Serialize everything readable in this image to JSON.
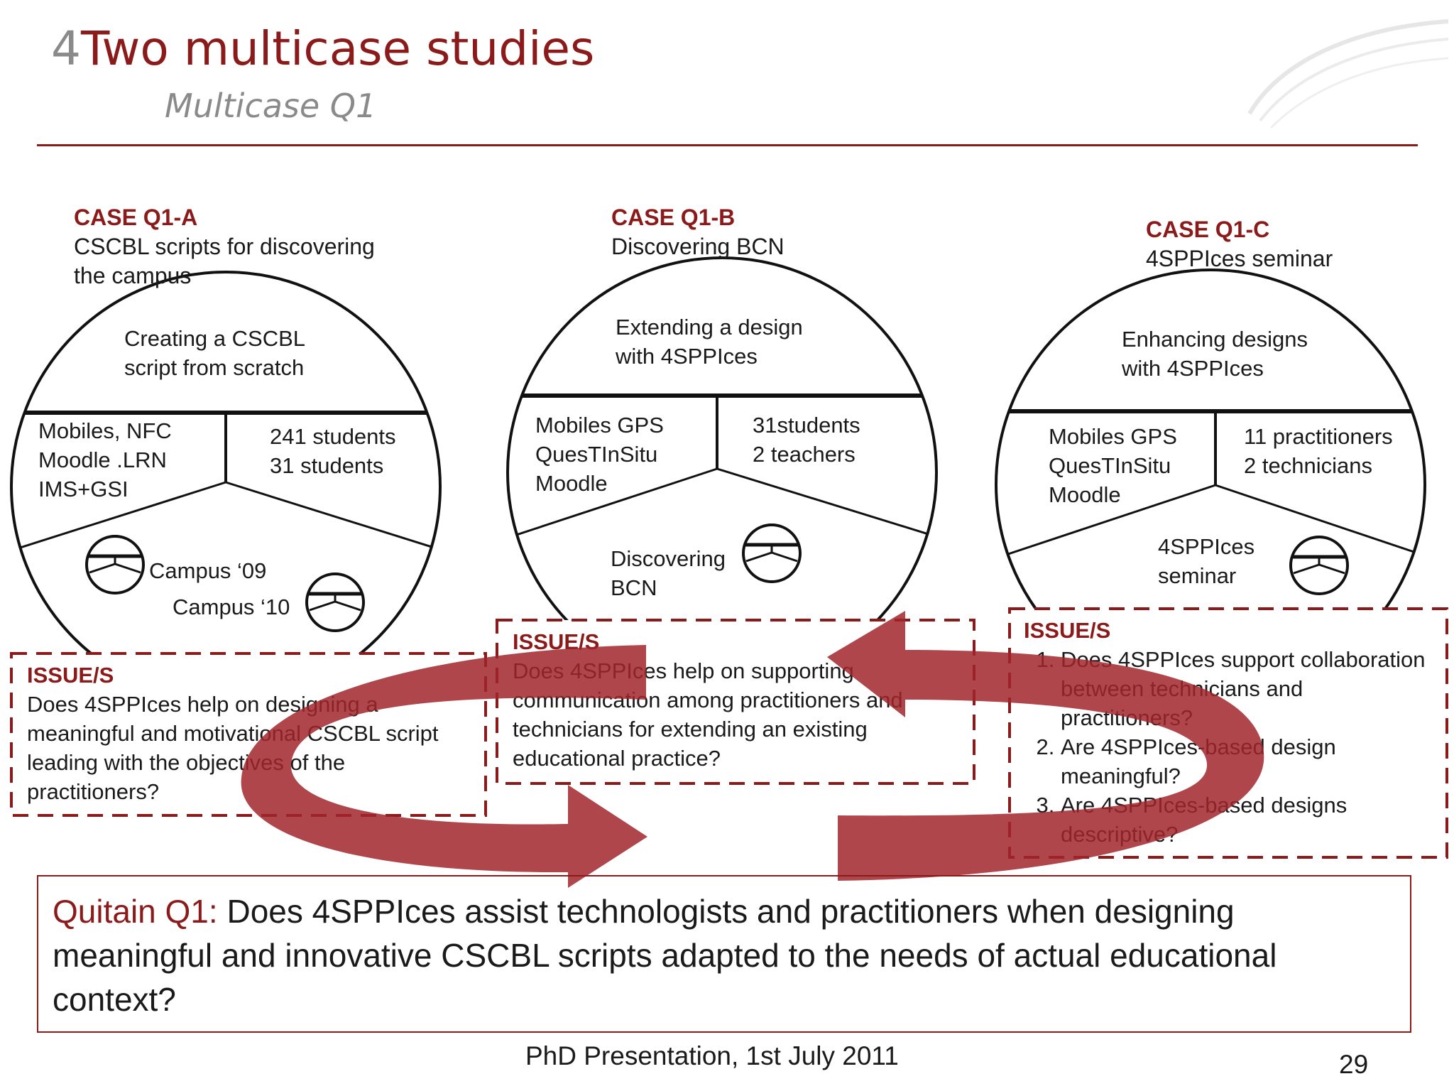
{
  "slide": {
    "title_number": "4",
    "title": "Two multicase studies",
    "subtitle": "Multicase Q1"
  },
  "cases": [
    {
      "label": "CASE Q1-A",
      "description": "CSCBL scripts for discovering\nthe campus",
      "top_text": "Creating a CSCBL\nscript from scratch",
      "left_text": "Mobiles, NFC\nMoodle .LRN\nIMS+GSI",
      "right_text": "241 students\n31 students",
      "bottom_texts": [
        "Campus ‘09",
        "Campus ‘10"
      ]
    },
    {
      "label": "CASE Q1-B",
      "description": "Discovering BCN",
      "top_text": "Extending a design\nwith 4SPPIces",
      "left_text": "Mobiles GPS\nQuesTInSitu\nMoodle",
      "right_text": "31students\n2 teachers",
      "bottom_texts": [
        "Discovering\n BCN"
      ]
    },
    {
      "label": "CASE Q1-C",
      "description": "4SPPIces seminar",
      "top_text": "Enhancing designs\nwith 4SPPIces",
      "left_text": "Mobiles GPS\nQuesTInSitu\nMoodle",
      "right_text": "11 practitioners\n2 technicians",
      "bottom_texts": [
        "4SPPIces\nseminar"
      ]
    }
  ],
  "issues": [
    {
      "label": "ISSUE/S",
      "text": "Does 4SPPIces help on designing a meaningful and motivational CSCBL script leading with the objectives of the practitioners?"
    },
    {
      "label": "ISSUE/S",
      "text": "Does 4SPPIces help on supporting communication among practitioners and technicians for extending an existing educational practice?"
    },
    {
      "label": "ISSUE/S",
      "items": [
        "Does 4SPPIces support collaboration between technicians and practitioners?",
        "Are 4SPPIces-based design meaningful?",
        "Are 4SPPIces-based designs descriptive?"
      ]
    }
  ],
  "question": {
    "label": "Quitain Q1:",
    "text": " Does 4SPPIces assist technologists and practitioners when designing meaningful and innovative CSCBL scripts adapted to the needs of actual educational context?"
  },
  "footer": "PhD Presentation, 1st July 2011",
  "page_number": "29",
  "colors": {
    "accent": "#8b1a1a",
    "arrow": "#a0262c"
  }
}
